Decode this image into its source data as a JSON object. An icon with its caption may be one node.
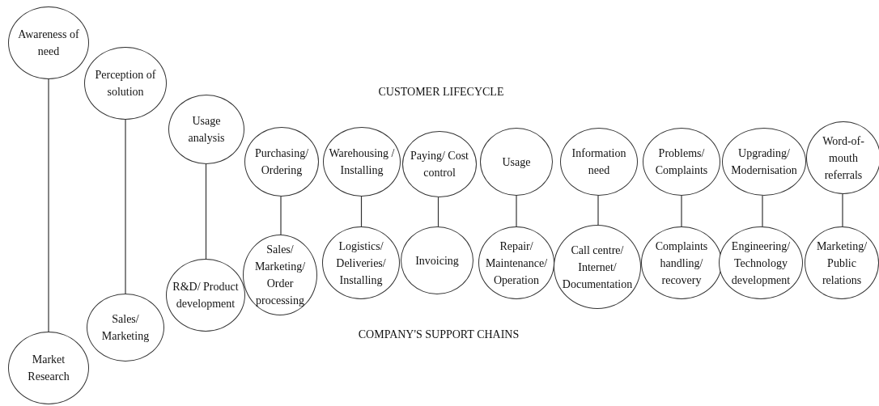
{
  "diagram": {
    "nodes": [
      {
        "text": [
          "Awareness of need"
        ]
      },
      {
        "text": [
          "Perception of solution"
        ]
      },
      {
        "text": [
          "Usage analysis"
        ]
      },
      {
        "text": [
          "Purchasing/ Ordering"
        ]
      },
      {
        "text": [
          "Warehousing / Installing"
        ]
      },
      {
        "text": [
          "Paying/ Cost control"
        ]
      },
      {
        "text": [
          "Usage"
        ]
      },
      {
        "text": [
          "Information need"
        ]
      },
      {
        "text": [
          "Problems/ Complaints"
        ]
      },
      {
        "text": [
          "Upgrading/ Modernisation"
        ]
      },
      {
        "text": [
          "Word-of-mouth referrals"
        ]
      },
      {
        "text": [
          "Market Research"
        ]
      },
      {
        "text": [
          "Sales/ Marketing"
        ]
      },
      {
        "text": [
          "R&D/ Product development"
        ]
      },
      {
        "text": [
          "Sales/ Marketing/ Order processing"
        ]
      },
      {
        "text": [
          "Logistics/ Deliveries/ Installing"
        ]
      },
      {
        "text": [
          "Invoicing"
        ]
      },
      {
        "text": [
          "Repair/ Maintenance/ Operation"
        ]
      },
      {
        "text": [
          "Call centre/ Internet/ Documentation"
        ]
      },
      {
        "text": [
          "Complaints handling/ recovery"
        ]
      },
      {
        "text": [
          "Engineering/ Technology development"
        ]
      },
      {
        "text": [
          "Marketing/ Public relations"
        ]
      }
    ],
    "edges": [
      {
        "from": 0,
        "to": 11,
        "arrow": "none"
      },
      {
        "from": 1,
        "to": 12,
        "arrow": "none"
      },
      {
        "from": 2,
        "to": 13,
        "arrow": "none"
      },
      {
        "from": 3,
        "to": 14,
        "arrow": "none"
      },
      {
        "from": 4,
        "to": 15,
        "arrow": "none"
      },
      {
        "from": 5,
        "to": 16,
        "arrow": "none"
      },
      {
        "from": 6,
        "to": 17,
        "arrow": "none"
      },
      {
        "from": 7,
        "to": 18,
        "arrow": "none"
      },
      {
        "from": 8,
        "to": 19,
        "arrow": "none"
      },
      {
        "from": 9,
        "to": 20,
        "arrow": "none"
      },
      {
        "from": 10,
        "to": 21,
        "arrow": "none"
      }
    ],
    "labels": [
      "CUSTOMER LIFECYCLE",
      "COMPANY'S SUPPORT CHAINS"
    ]
  }
}
